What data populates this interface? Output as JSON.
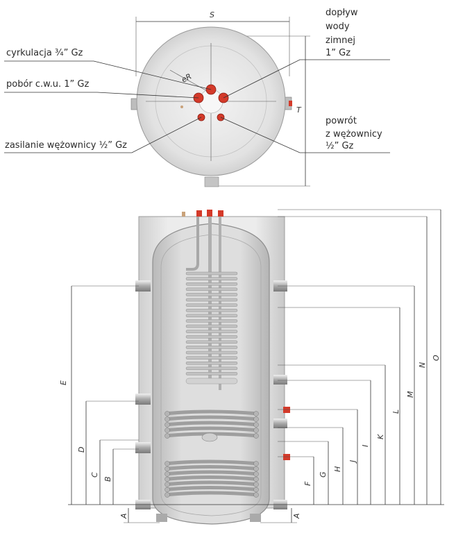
{
  "top_view": {
    "dimension_s": "S",
    "dimension_t": "T",
    "radius_label": "eR",
    "labels": {
      "cyrkulacja": "cyrkulacja ¾” Gz",
      "pobor": "pobór c.w.u. 1” Gz",
      "zasilanie": "zasilanie wężownicy ½” Gz",
      "doplyw_line1": "dopływ",
      "doplyw_line2": "wody",
      "doplyw_line3": "zimnej",
      "doplyw_line4": "1” Gz",
      "powrot_line1": "powrót",
      "powrot_line2": "z wężownicy",
      "powrot_line3": "½” Gz"
    }
  },
  "side_view": {
    "dimensions": {
      "A": "A",
      "B": "B",
      "C": "C",
      "D": "D",
      "E": "E",
      "F": "F",
      "G": "G",
      "H": "H",
      "I": "I",
      "J": "J",
      "K": "K",
      "L": "L",
      "M": "M",
      "N": "N",
      "O": "O"
    }
  },
  "colors": {
    "body_fill": "#e6e6e6",
    "body_shade": "#cfcfcf",
    "inner_fill": "#d7d7d7",
    "coil": "#bdbdbd",
    "connector_red": "#d43a2a",
    "line": "#333333"
  }
}
